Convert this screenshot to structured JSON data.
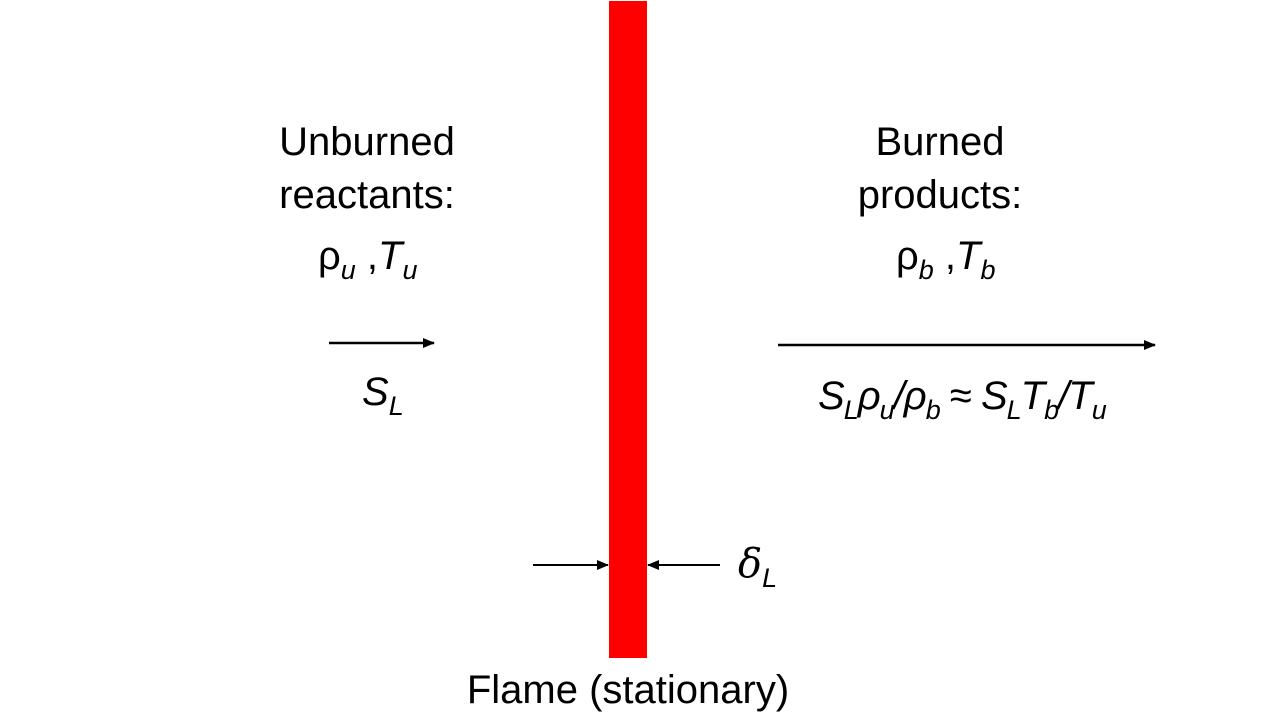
{
  "flame": {
    "color": "#ff0000",
    "caption": "Flame (stationary)",
    "thickness_symbol": "δ",
    "thickness_subscript": "L"
  },
  "unburned": {
    "title_line1": "Unburned",
    "title_line2": "reactants:",
    "rho": "ρ",
    "rho_sub": "u",
    "sep": " ,",
    "T": "T",
    "T_sub": "u",
    "velocity_symbol": "S",
    "velocity_subscript": "L"
  },
  "burned": {
    "title_line1": "Burned",
    "title_line2": "products:",
    "rho": "ρ",
    "rho_sub": "b",
    "sep": " ,",
    "T": "T",
    "T_sub": "b",
    "velocity": {
      "S": "S",
      "S_sub": "L",
      "rho_u": "ρ",
      "rho_u_sub": "u",
      "slash1": "/",
      "rho_b": "ρ",
      "rho_b_sub": "b",
      "approx": " ≈ ",
      "S2": "S",
      "S2_sub": "L",
      "T1": "T",
      "T1_sub": "b",
      "slash2": "/",
      "T2": "T",
      "T2_sub": "u"
    }
  }
}
